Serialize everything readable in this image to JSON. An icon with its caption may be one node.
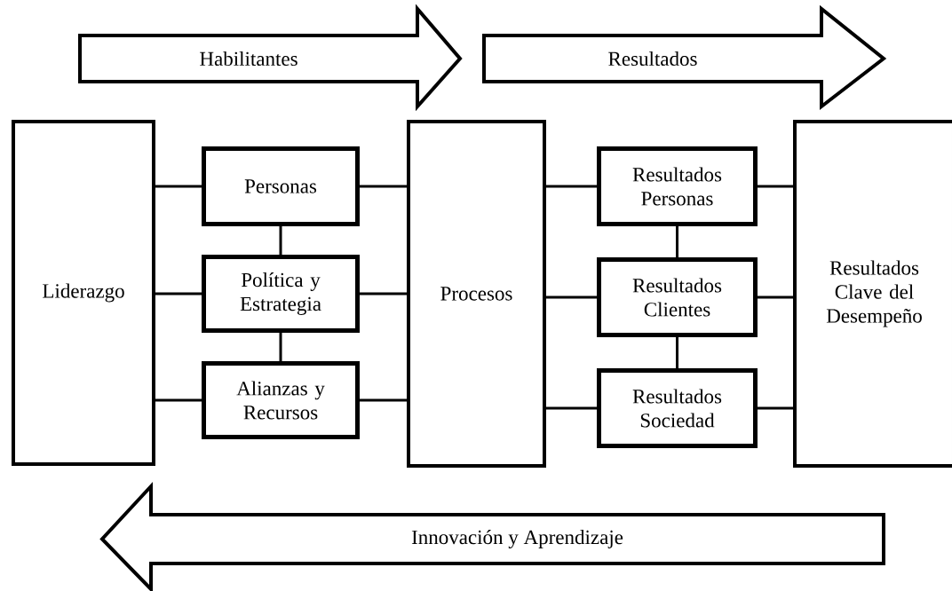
{
  "diagram": {
    "nodes": [
      {
        "text": [
          "Habilitantes"
        ]
      },
      {
        "text": [
          "Resultados"
        ]
      },
      {
        "text": [
          "Liderazgo"
        ]
      },
      {
        "text": [
          "Personas"
        ]
      },
      {
        "text": [
          "Política y Estrategia"
        ]
      },
      {
        "text": [
          "Alianzas y Recursos"
        ]
      },
      {
        "text": [
          "Procesos"
        ]
      },
      {
        "text": [
          "Resultados Personas"
        ]
      },
      {
        "text": [
          "Resultados Clientes"
        ]
      },
      {
        "text": [
          "Resultados Sociedad"
        ]
      },
      {
        "text": [
          "Resultados Clave del Desempeño"
        ]
      },
      {
        "text": [
          "Innovación y Aprendizaje"
        ]
      }
    ],
    "edges": [
      {
        "from": 2,
        "to": 3,
        "arrow": "none"
      },
      {
        "from": 2,
        "to": 4,
        "arrow": "none"
      },
      {
        "from": 2,
        "to": 5,
        "arrow": "none"
      },
      {
        "from": 3,
        "to": 4,
        "arrow": "none"
      },
      {
        "from": 4,
        "to": 5,
        "arrow": "none"
      },
      {
        "from": 3,
        "to": 6,
        "arrow": "none"
      },
      {
        "from": 4,
        "to": 6,
        "arrow": "none"
      },
      {
        "from": 5,
        "to": 6,
        "arrow": "none"
      },
      {
        "from": 6,
        "to": 7,
        "arrow": "none"
      },
      {
        "from": 6,
        "to": 8,
        "arrow": "none"
      },
      {
        "from": 6,
        "to": 9,
        "arrow": "none"
      },
      {
        "from": 7,
        "to": 8,
        "arrow": "none"
      },
      {
        "from": 8,
        "to": 9,
        "arrow": "none"
      },
      {
        "from": 7,
        "to": 10,
        "arrow": "none"
      },
      {
        "from": 8,
        "to": 10,
        "arrow": "none"
      },
      {
        "from": 9,
        "to": 10,
        "arrow": "none"
      }
    ]
  }
}
